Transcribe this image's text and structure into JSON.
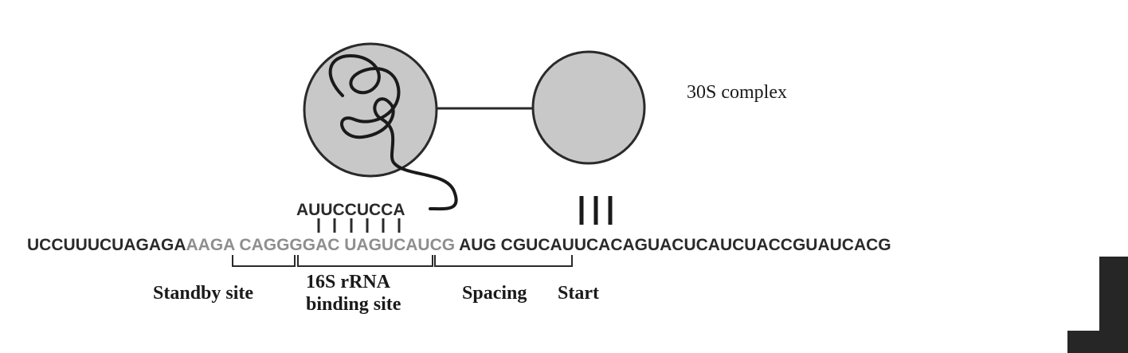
{
  "complex_label": "30S complex",
  "anti_sd": "AUUCCUCCA",
  "sequence": {
    "upstream": "UCCUUUCUAGAGA",
    "standby": "AAGA",
    "sd": "CAGGGGAC",
    "spacer": "UAGUCAUCG",
    "start_codon": "AUG",
    "downstream": "CGUCAUUCACAGUACUCAUCUACCGUAUCACG"
  },
  "regions": {
    "standby": "Standby site",
    "binding_line1": "16S rRNA",
    "binding_line2": "binding site",
    "spacing": "Spacing",
    "start": "Start"
  },
  "colors": {
    "dark": "#2a2a2a",
    "grey_text": "#8e8e8e",
    "subunit_fill": "#c8c8c8",
    "corner_block": "#262626"
  }
}
